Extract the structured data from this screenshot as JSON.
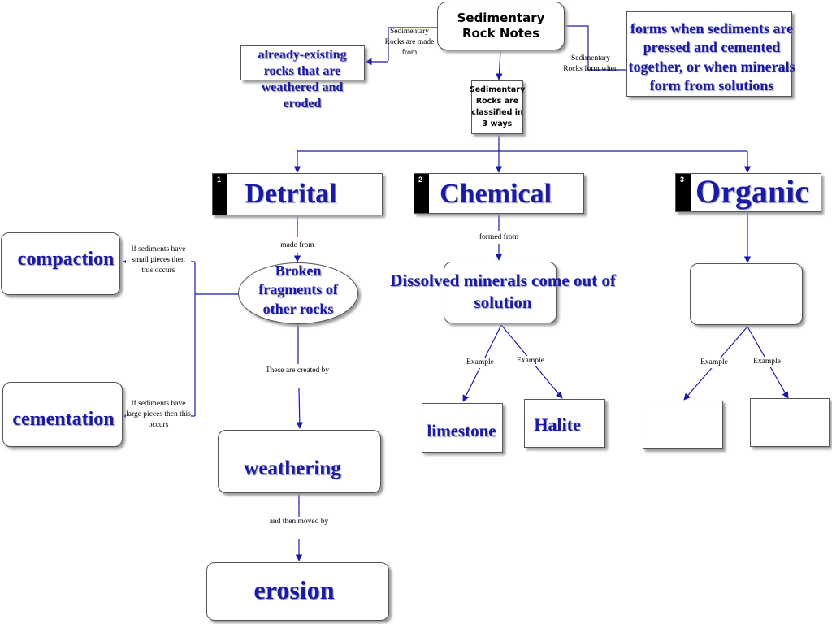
{
  "title": "Sedimentary Rock Notes",
  "made_from_label": "Sedimentary Rocks are made from",
  "made_from_answer": "already-existing rocks that are weathered and eroded",
  "form_when_label": "Sedimentary Rocks form when",
  "form_when_answer": "forms when sediments are pressed and cemented together, or when minerals form from solutions",
  "classified": "Sedimentary Rocks are classified in 3 ways",
  "categories": [
    {
      "number": "1",
      "name": "Detrital"
    },
    {
      "number": "2",
      "name": "Chemical"
    },
    {
      "number": "3",
      "name": "Organic"
    }
  ],
  "detrital": {
    "made_from_label": "made from",
    "fragments": "Broken fragments of other rocks",
    "created_by_label": "These are created by",
    "weathering": "weathering",
    "moved_by_label": "and then moved by",
    "erosion": "erosion",
    "small_label": "If sediments have small pieces then this occurs",
    "compaction": "compaction",
    "large_label": "If sediments have large pieces then this occurs",
    "cementation": "cementation"
  },
  "chemical": {
    "formed_from_label": "formed from",
    "dissolved": "Dissolved minerals come out of solution",
    "example_label_1": "Example",
    "example_label_2": "Example",
    "example_1": "limestone",
    "example_2": "Halite"
  },
  "organic": {
    "example_label_1": "Example",
    "example_label_2": "Example"
  },
  "colors": {
    "accent_text": "#1a1aa8",
    "connector": "#1a1aa8",
    "number_tab": "#000000"
  }
}
